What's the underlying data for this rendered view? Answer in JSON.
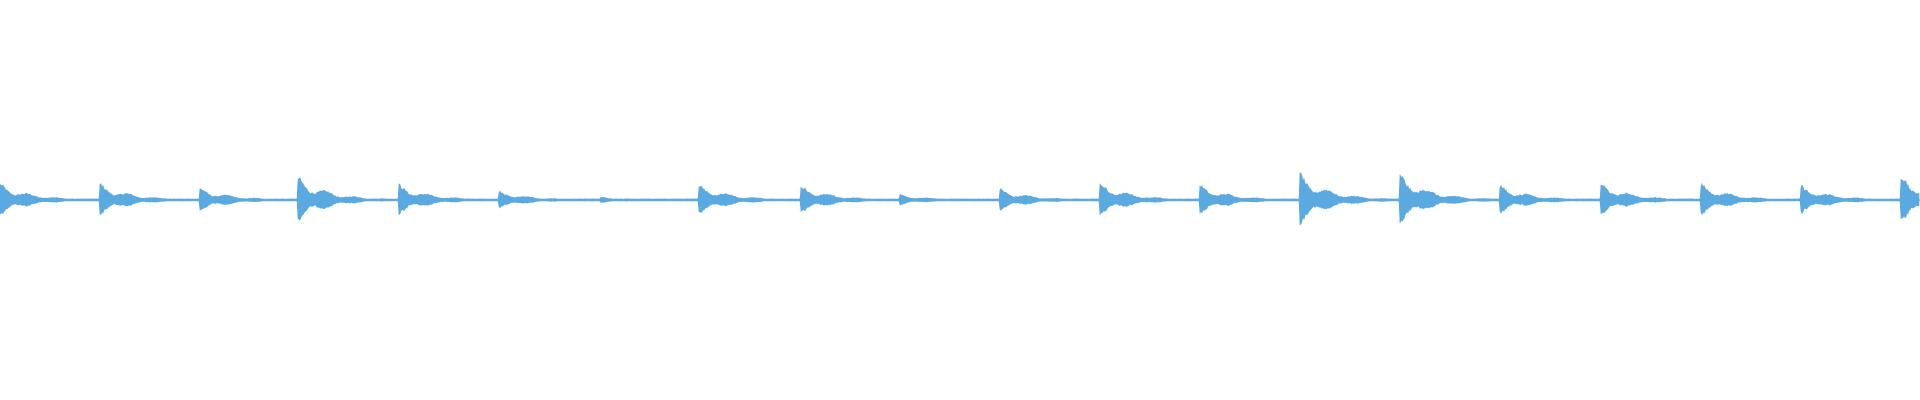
{
  "waveform": {
    "color": "#5aa9e0",
    "background": "#ffffff",
    "description_none": "",
    "onsets": [
      {
        "t": 0.0,
        "amp": 0.45
      },
      {
        "t": 0.052,
        "amp": 0.45
      },
      {
        "t": 0.104,
        "amp": 0.33
      },
      {
        "t": 0.155,
        "amp": 0.63
      },
      {
        "t": 0.208,
        "amp": 0.42
      },
      {
        "t": 0.26,
        "amp": 0.25
      },
      {
        "t": 0.313,
        "amp": 0.08
      },
      {
        "t": 0.364,
        "amp": 0.45
      },
      {
        "t": 0.417,
        "amp": 0.4
      },
      {
        "t": 0.469,
        "amp": 0.14
      },
      {
        "t": 0.521,
        "amp": 0.31
      },
      {
        "t": 0.573,
        "amp": 0.47
      },
      {
        "t": 0.625,
        "amp": 0.41
      },
      {
        "t": 0.677,
        "amp": 0.71
      },
      {
        "t": 0.729,
        "amp": 0.7
      },
      {
        "t": 0.781,
        "amp": 0.4
      },
      {
        "t": 0.834,
        "amp": 0.45
      },
      {
        "t": 0.886,
        "amp": 0.44
      },
      {
        "t": 0.938,
        "amp": 0.39
      },
      {
        "t": 0.99,
        "amp": 0.66
      }
    ]
  }
}
